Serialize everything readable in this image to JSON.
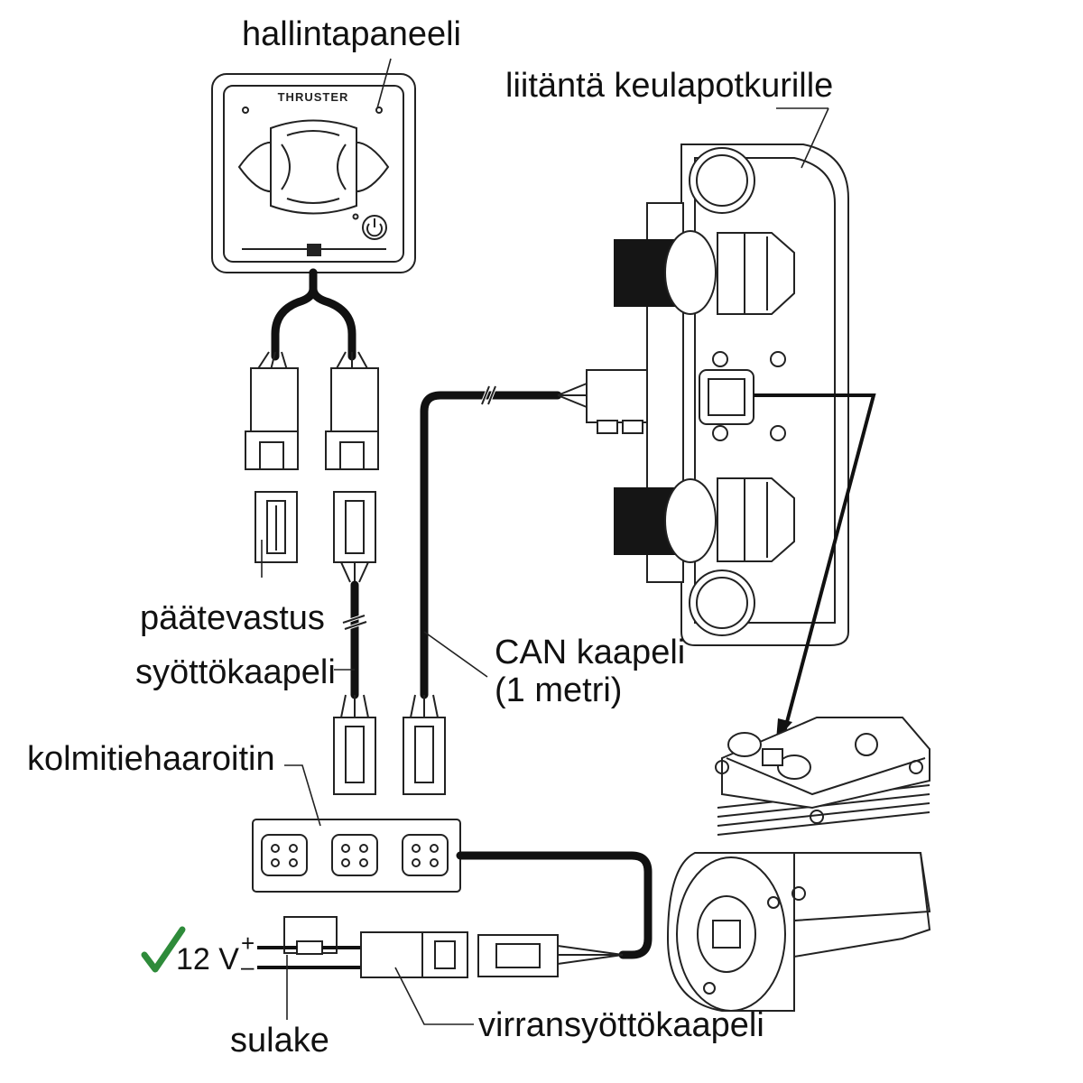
{
  "labels": {
    "control_panel": "hallintapaneeli",
    "thruster_connection": "liitäntä keulapotkurille",
    "terminator": "päätevastus",
    "supply_cable": "syöttökaapeli",
    "can_cable_line1": "CAN kaapeli",
    "can_cable_line2": "(1 metri)",
    "three_way_splitter": "kolmitiehaaroitin",
    "fuse": "sulake",
    "power_cable": "virransyöttökaapeli",
    "voltage": "12 V",
    "plus_sign": "+",
    "minus_sign": "–"
  },
  "panel": {
    "brand_text": "THRUSTER"
  },
  "icons": {
    "check": "check-icon",
    "power": "power-icon"
  },
  "colors": {
    "check_mark": "#2e8b3a",
    "ink": "#111111"
  }
}
